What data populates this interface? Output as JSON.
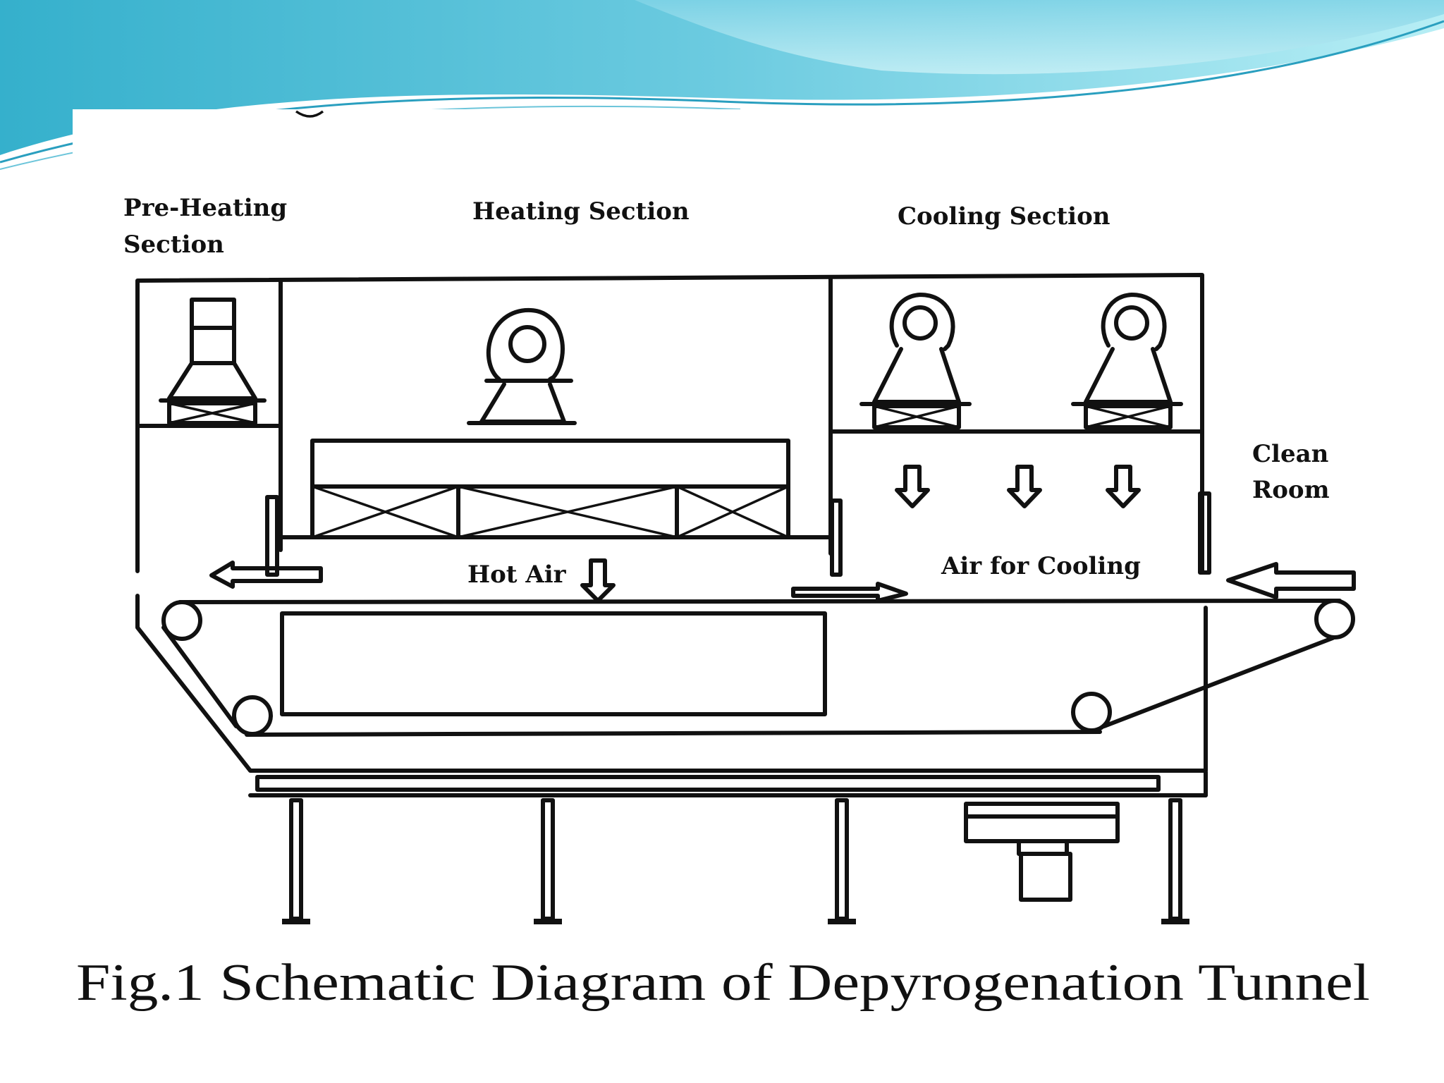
{
  "diagram": {
    "labels": {
      "pre_heating_line1": "Pre-Heating",
      "pre_heating_line2": "Section",
      "heating": "Heating Section",
      "cooling": "Cooling Section",
      "clean_room_line1": "Clean",
      "clean_room_line2": "Room",
      "hot_air": "Hot Air",
      "air_for_cooling": "Air for Cooling"
    },
    "caption": "Fig.1 Schematic Diagram of Depyrogenation Tunnel"
  },
  "colors": {
    "wave_dark": "#3fb6d0",
    "wave_light": "#9fe2ee",
    "line": "#111111"
  },
  "icons": [
    "fan-blower-icon",
    "hepa-filter-icon",
    "airflow-arrow-icon",
    "conveyor-roller-icon"
  ]
}
